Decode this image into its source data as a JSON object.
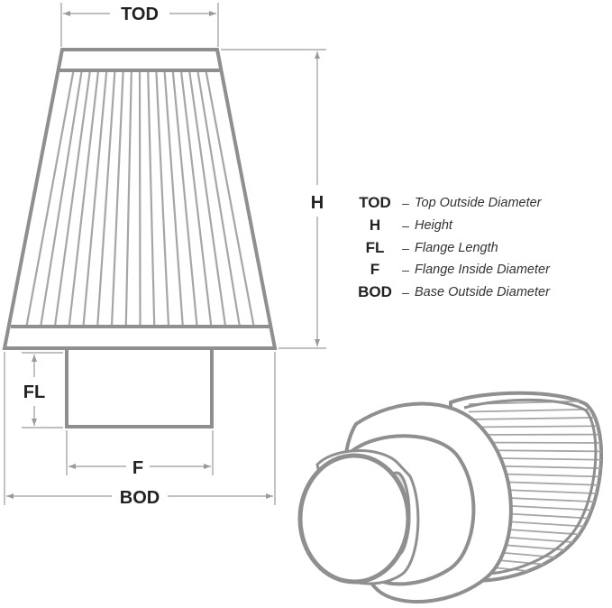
{
  "colors": {
    "stroke": "#8f8f8f",
    "stroke_light": "#a6a6a6",
    "dim_line": "#9a9a9a",
    "text": "#222222",
    "inner_shade": "#e2e2e2"
  },
  "dimensions": {
    "tod": "TOD",
    "h": "H",
    "fl": "FL",
    "f": "F",
    "bod": "BOD"
  },
  "legend": [
    {
      "abbr": "TOD",
      "desc": "Top Outside Diameter"
    },
    {
      "abbr": "H",
      "desc": "Height"
    },
    {
      "abbr": "FL",
      "desc": "Flange Length"
    },
    {
      "abbr": "F",
      "desc": "Flange Inside Diameter"
    },
    {
      "abbr": "BOD",
      "desc": "Base Outside Diameter"
    }
  ],
  "legend_separator": "–"
}
